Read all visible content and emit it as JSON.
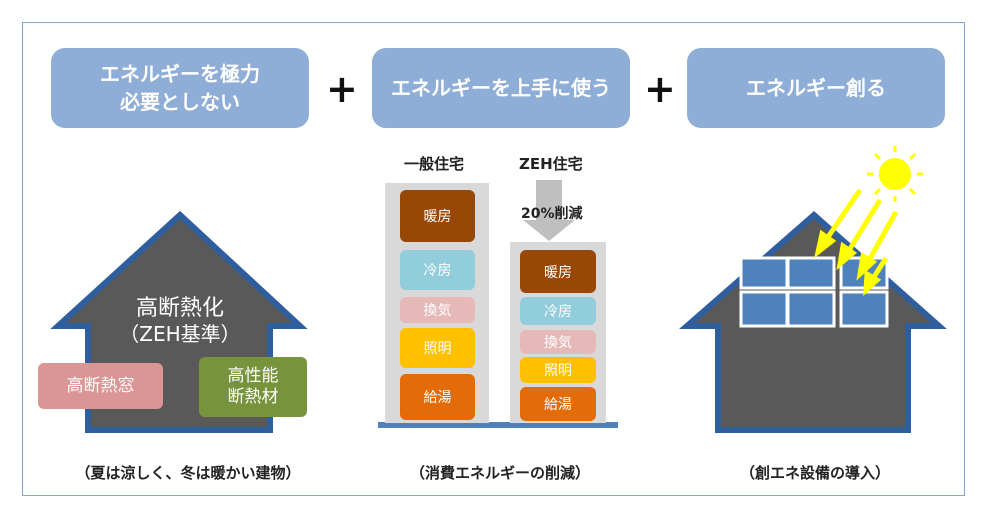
{
  "headers": {
    "reduce": "エネルギーを極力\n必要としない",
    "efficient": "エネルギーを上手に使う",
    "create": "エネルギー創る",
    "plus_sign": "+"
  },
  "left_house": {
    "title_line1": "高断熱化",
    "title_line2": "（ZEH基準）",
    "window_tag": "高断熱窓",
    "insulation_tag": "高性能\n断熱材",
    "caption": "（夏は涼しく、冬は暖かい建物）"
  },
  "comparison": {
    "general_label": "一般住宅",
    "zeh_label": "ZEH住宅",
    "reduction_label": "20%削減",
    "caption": "（消費エネルギーの削減）",
    "general_items": [
      "暖房",
      "冷房",
      "換気",
      "照明",
      "給湯"
    ],
    "zeh_items": [
      "暖房",
      "冷房",
      "換気",
      "照明",
      "給湯"
    ]
  },
  "right_house": {
    "caption": "（創エネ設備の導入）"
  },
  "colors": {
    "header_fill": "#8eaed7",
    "house_fill": "#595959",
    "house_border": "#2e5e9e",
    "heating": "#974706",
    "cooling": "#92cddc",
    "ventilation": "#e6b9b8",
    "lighting": "#ffc000",
    "hot_water": "#e36c09",
    "window_tag": "#d99694",
    "insulation_tag": "#77933c",
    "solar_panel": "#4f81bd",
    "sun": "#ffff00"
  }
}
